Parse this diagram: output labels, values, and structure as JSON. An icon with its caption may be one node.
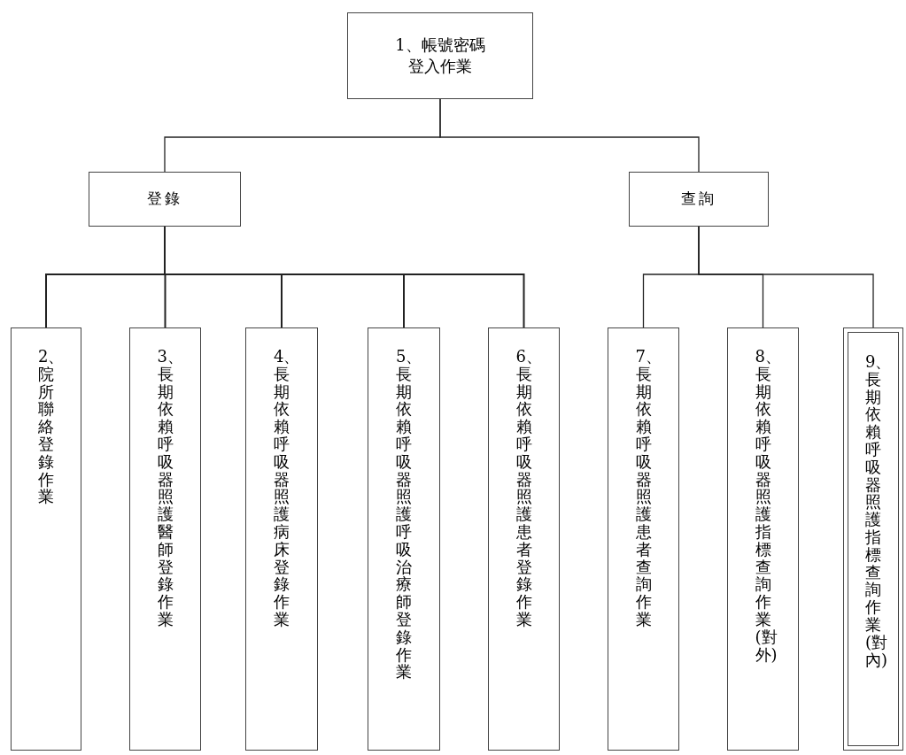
{
  "diagram": {
    "nodes": [
      {
        "text": [
          "1、帳號密碼登入作業"
        ]
      },
      {
        "text": [
          "登錄"
        ]
      },
      {
        "text": [
          "查詢"
        ]
      },
      {
        "text": [
          "2、院所聯絡登錄作業"
        ]
      },
      {
        "text": [
          "3、長期依賴呼吸器照護醫師登錄作業"
        ]
      },
      {
        "text": [
          "4、長期依賴呼吸器照護病床登錄作業"
        ]
      },
      {
        "text": [
          "5、長期依賴呼吸器照護呼吸治療師登錄作業"
        ]
      },
      {
        "text": [
          "6、長期依賴呼吸器照護患者登錄作業"
        ]
      },
      {
        "text": [
          "7、長期依賴呼吸器照護患者查詢作業"
        ]
      },
      {
        "text": [
          "8、長期依賴呼吸器照護指標查詢作業(對外)"
        ]
      },
      {
        "text": [
          "9、長期依賴呼吸器照護指標查詢作業(對內)"
        ]
      }
    ],
    "edges": [
      {
        "from": 0,
        "to": 1,
        "arrow": "none"
      },
      {
        "from": 0,
        "to": 2,
        "arrow": "none"
      },
      {
        "from": 1,
        "to": 3,
        "arrow": "none"
      },
      {
        "from": 1,
        "to": 4,
        "arrow": "none"
      },
      {
        "from": 1,
        "to": 5,
        "arrow": "none"
      },
      {
        "from": 1,
        "to": 6,
        "arrow": "none"
      },
      {
        "from": 1,
        "to": 7,
        "arrow": "none"
      },
      {
        "from": 2,
        "to": 8,
        "arrow": "none"
      },
      {
        "from": 2,
        "to": 9,
        "arrow": "none"
      },
      {
        "from": 2,
        "to": 10,
        "arrow": "none"
      }
    ]
  }
}
